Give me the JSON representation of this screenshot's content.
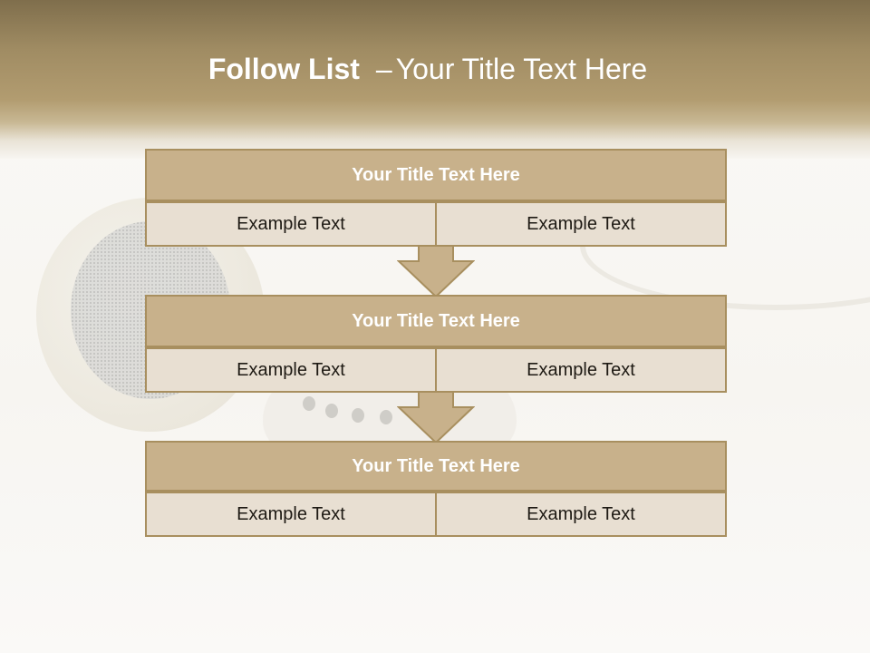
{
  "slide": {
    "title_bold": "Follow List",
    "title_separator": "–",
    "title_rest": "Your Title Text Here"
  },
  "colors": {
    "header_top": "#7f6e4c",
    "header_mid": "#b29c70",
    "title_fill": "#c8b18b",
    "cell_fill": "#e8dfd2",
    "border": "#a88f5f",
    "arrow_fill": "#c8b18b"
  },
  "steps": [
    {
      "title": "Your Title Text Here",
      "left": "Example Text",
      "right": "Example Text"
    },
    {
      "title": "Your Title Text Here",
      "left": "Example Text",
      "right": "Example Text"
    },
    {
      "title": "Your Title Text Here",
      "left": "Example Text",
      "right": "Example Text"
    }
  ]
}
